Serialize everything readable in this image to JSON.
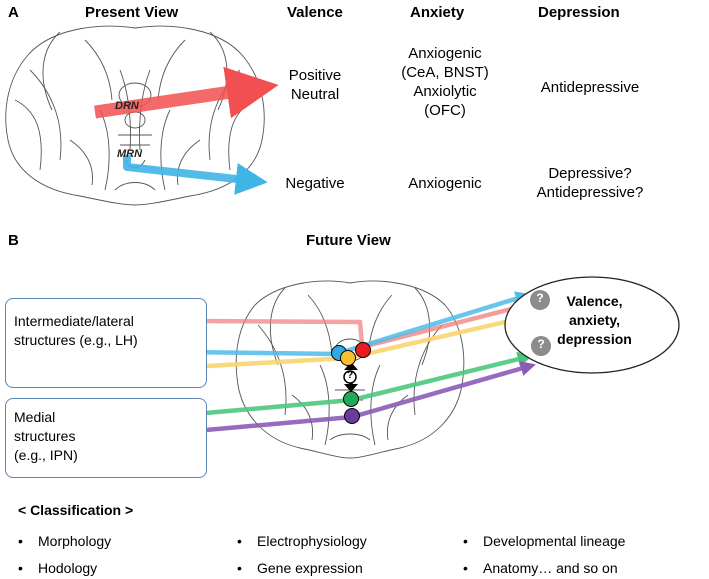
{
  "panelA": {
    "letter": "A",
    "headers": {
      "view": "Present View",
      "valence": "Valence",
      "anxiety": "Anxiety",
      "depression": "Depression"
    },
    "drn_label": "DRN",
    "mrn_label": "MRN",
    "row1": {
      "valence": [
        "Positive",
        "Neutral"
      ],
      "anxiety": [
        "Anxiogenic",
        "(CeA, BNST)",
        "Anxiolytic",
        "(OFC)"
      ],
      "depression": "Antidepressive"
    },
    "row2": {
      "valence": "Negative",
      "anxiety": "Anxiogenic",
      "depression": [
        "Depressive?",
        "Antidepressive?"
      ]
    }
  },
  "panelB": {
    "letter": "B",
    "title": "Future View",
    "box1": [
      "Intermediate/lateral",
      "structures (e.g., LH)"
    ],
    "box2": [
      "Medial",
      "structures",
      "(e.g., IPN)"
    ],
    "target": [
      "Valence,",
      "anxiety,",
      "depression"
    ],
    "question": "?"
  },
  "classification": {
    "title": "< Classification >",
    "items": [
      "Morphology",
      "Electrophysiology",
      "Developmental lineage",
      "Hodology",
      "Gene expression",
      "Anatomy… and so on"
    ]
  },
  "colors": {
    "red": "#e81e1e",
    "blue": "#31a9e0",
    "yellow": "#f7c02e",
    "green": "#23a85a",
    "purple": "#6a3c9c",
    "red_arrow": "#f07b7b",
    "blue_arrow": "#4fbbe8",
    "yellow_arrow": "#f9d56e",
    "green_arrow": "#4cc67e",
    "purple_arrow": "#8a5cb8",
    "box_border": "#5b86b5",
    "question_circle": "#8c8c8c"
  }
}
